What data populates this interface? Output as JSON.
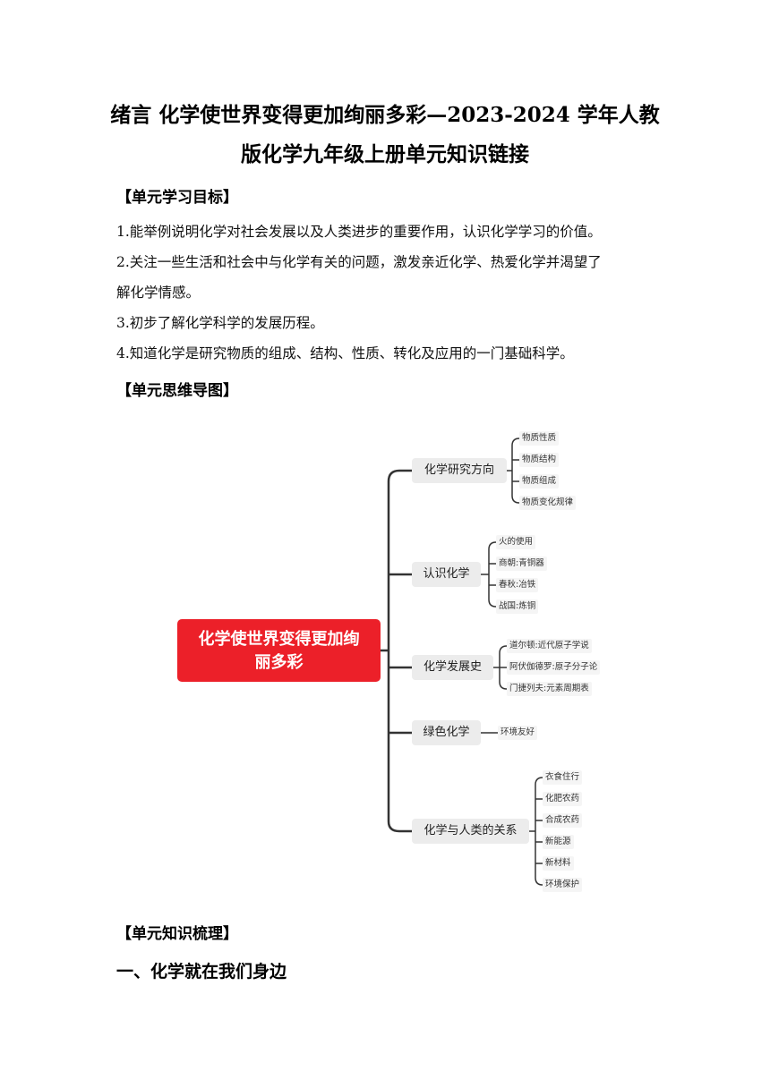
{
  "title": {
    "line1": "绪言  化学使世界变得更加绚丽多彩—2023-2024 学年人教",
    "line2": "版化学九年级上册单元知识链接"
  },
  "goals": {
    "heading": "【单元学习目标】",
    "items": [
      "1.能举例说明化学对社会发展以及人类进步的重要作用，认识化学学习的价值。",
      "2.关注一些生活和社会中与化学有关的问题，激发亲近化学、热爱化学并渴望了",
      "解化学情感。",
      "3.初步了解化学科学的发展历程。",
      "4.知道化学是研究物质的组成、结构、性质、转化及应用的一门基础科学。"
    ]
  },
  "mindmap": {
    "heading": "【单元思维导图】",
    "root": "化学使世界变得更加绚丽多彩",
    "branches": [
      {
        "label": "化学研究方向",
        "leaves": [
          "物质性质",
          "物质结构",
          "物质组成",
          "物质变化规律"
        ]
      },
      {
        "label": "认识化学",
        "leaves": [
          "火的使用",
          "商朝:青铜器",
          "春秋:冶铁",
          "战国:炼铜"
        ]
      },
      {
        "label": "化学发展史",
        "leaves": [
          "道尔顿:近代原子学说",
          "阿伏伽德罗:原子分子论",
          "门捷列夫:元素周期表"
        ]
      },
      {
        "label": "绿色化学",
        "leaves": [
          "环境友好"
        ]
      },
      {
        "label": "化学与人类的关系",
        "leaves": [
          "衣食住行",
          "化肥农药",
          "合成农药",
          "新能源",
          "新材料",
          "环境保护"
        ]
      }
    ],
    "colors": {
      "root": "#ec2029",
      "branch_bg": "#ececec",
      "line": "#333333"
    }
  },
  "knowledge": {
    "heading": "【单元知识梳理】",
    "section1": "一、化学就在我们身边"
  }
}
